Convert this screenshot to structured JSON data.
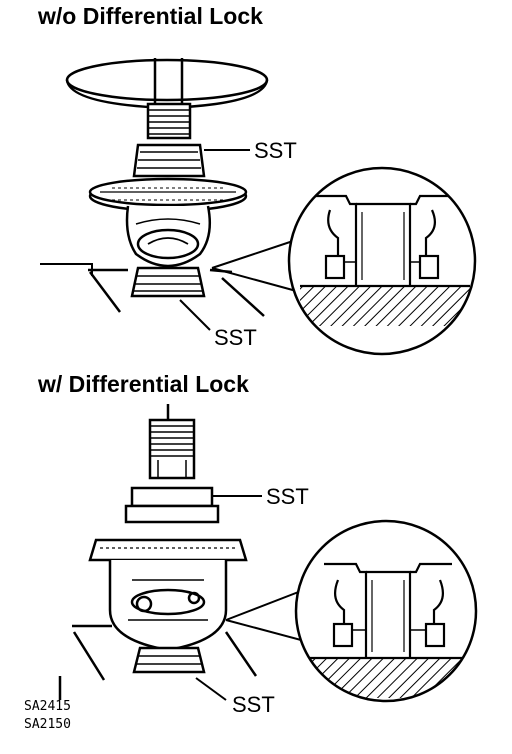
{
  "sections": {
    "top": {
      "title": "w/o Differential Lock",
      "labels": [
        "SST",
        "SST"
      ]
    },
    "bottom": {
      "title": "w/ Differential Lock",
      "labels": [
        "SST",
        "SST"
      ]
    }
  },
  "figure_codes": [
    "SA2415",
    "SA2150"
  ]
}
